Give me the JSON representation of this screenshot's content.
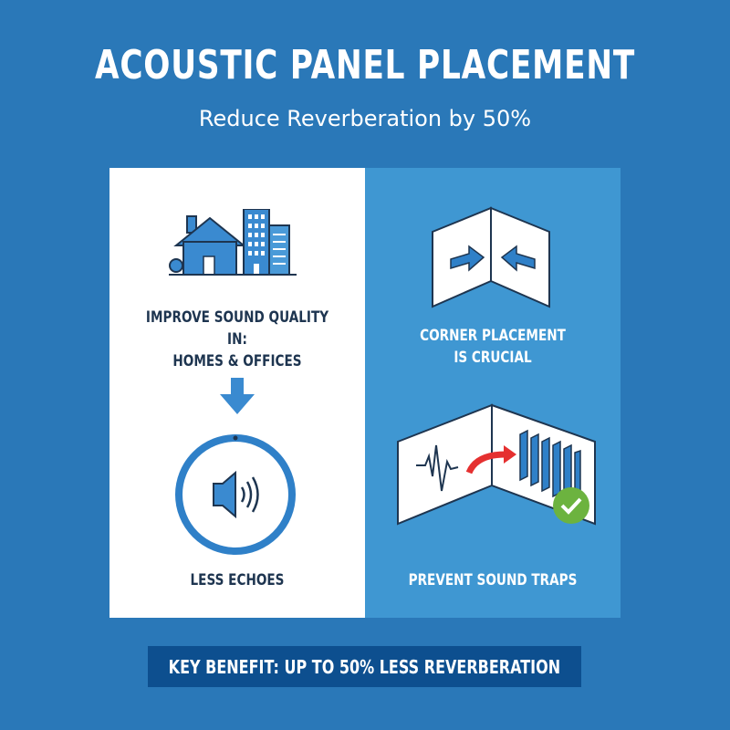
{
  "header": {
    "title": "ACOUSTIC PANEL PLACEMENT",
    "subtitle": "Reduce Reverberation by 50%"
  },
  "left_panel": {
    "top_icon": "house-and-building-icon",
    "top_label_line1": "IMPROVE SOUND QUALITY IN:",
    "top_label_line2": "HOMES & OFFICES",
    "arrow_icon": "arrow-down-icon",
    "bottom_icon": "speaker-in-circle-icon",
    "bottom_label": "LESS ECHOES"
  },
  "right_panel": {
    "top_icon": "corner-arrows-icon",
    "top_label_line1": "CORNER PLACEMENT",
    "top_label_line2": "IS CRUCIAL",
    "bottom_icon": "sound-trap-panels-icon",
    "bottom_label": "PREVENT SOUND TRAPS"
  },
  "banner": {
    "text": "KEY BENEFIT: UP TO 50% LESS REVERBERATION"
  },
  "colors": {
    "background": "#2a78b8",
    "left_panel": "#ffffff",
    "right_panel": "#3f97d2",
    "banner": "#0d4f8f",
    "icon_blue": "#3a8ad0",
    "dark_text": "#1e3550",
    "red_arrow": "#e53030",
    "check_green": "#6cb33f"
  }
}
